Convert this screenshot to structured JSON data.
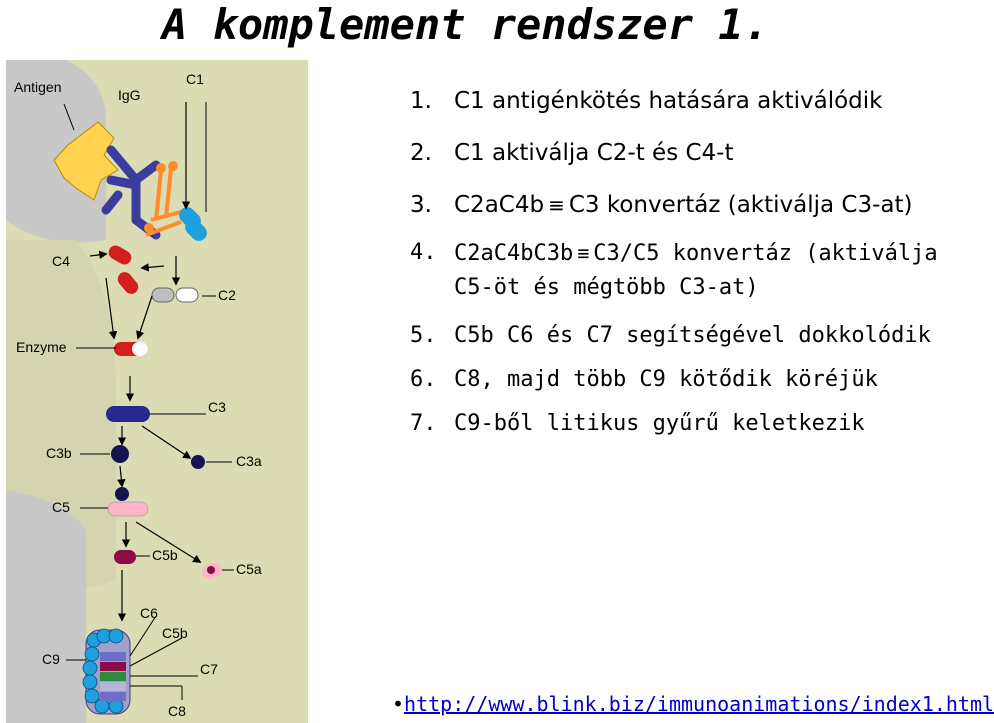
{
  "title": "A komplement rendszer 1.",
  "figure_labels": {
    "antigen": "Antigen",
    "igg": "IgG",
    "c1": "C1",
    "c4": "C4",
    "c2": "C2",
    "enzyme": "Enzyme",
    "c3": "C3",
    "c3b": "C3b",
    "c3a": "C3a",
    "c5": "C5",
    "c5b": "C5b",
    "c5a": "C5a",
    "c6": "C6",
    "c5b_complex": "C5b",
    "c9": "C9",
    "c7": "C7",
    "c8": "C8"
  },
  "steps": [
    {
      "num": "1.",
      "text": "C1 antigénkötés hatására aktiválódik"
    },
    {
      "num": "2.",
      "text": "C1 aktiválja C2-t és C4-t"
    },
    {
      "num": "3.",
      "lead": "C2aC4b",
      "symbol": "≡",
      "text": "C3 konvertáz  (aktiválja C3-at)"
    },
    {
      "num": "4.",
      "lead": "C2aC4bC3b",
      "symbol": "≡",
      "text": "C3/C5 konvertáz (aktiválja C5-öt és mégtöbb C3-at)"
    },
    {
      "num": "5.",
      "text": "C5b C6 és C7 segítségével dokkolódik"
    },
    {
      "num": "6.",
      "text": "C8, majd több C9 kötődik köréjük"
    },
    {
      "num": "7.",
      "text": "C9-ből litikus gyűrű keletkezik"
    }
  ],
  "link": {
    "bullet": "•",
    "text": "http://www.blink.biz/immunoanimations/index1.html"
  },
  "colors": {
    "figure_bg": "#dcdcb4",
    "membrane": "#c8c8c8",
    "antigen": "#ffd250",
    "igg": "#3c3ca0",
    "c1": "#ff8c28",
    "c1_blue": "#1ea0dc",
    "c4": "#d21e1e",
    "c2": "#bebebe",
    "c3": "#28288c",
    "c5": "#ffb4c8",
    "c5b": "#8c0a46"
  }
}
